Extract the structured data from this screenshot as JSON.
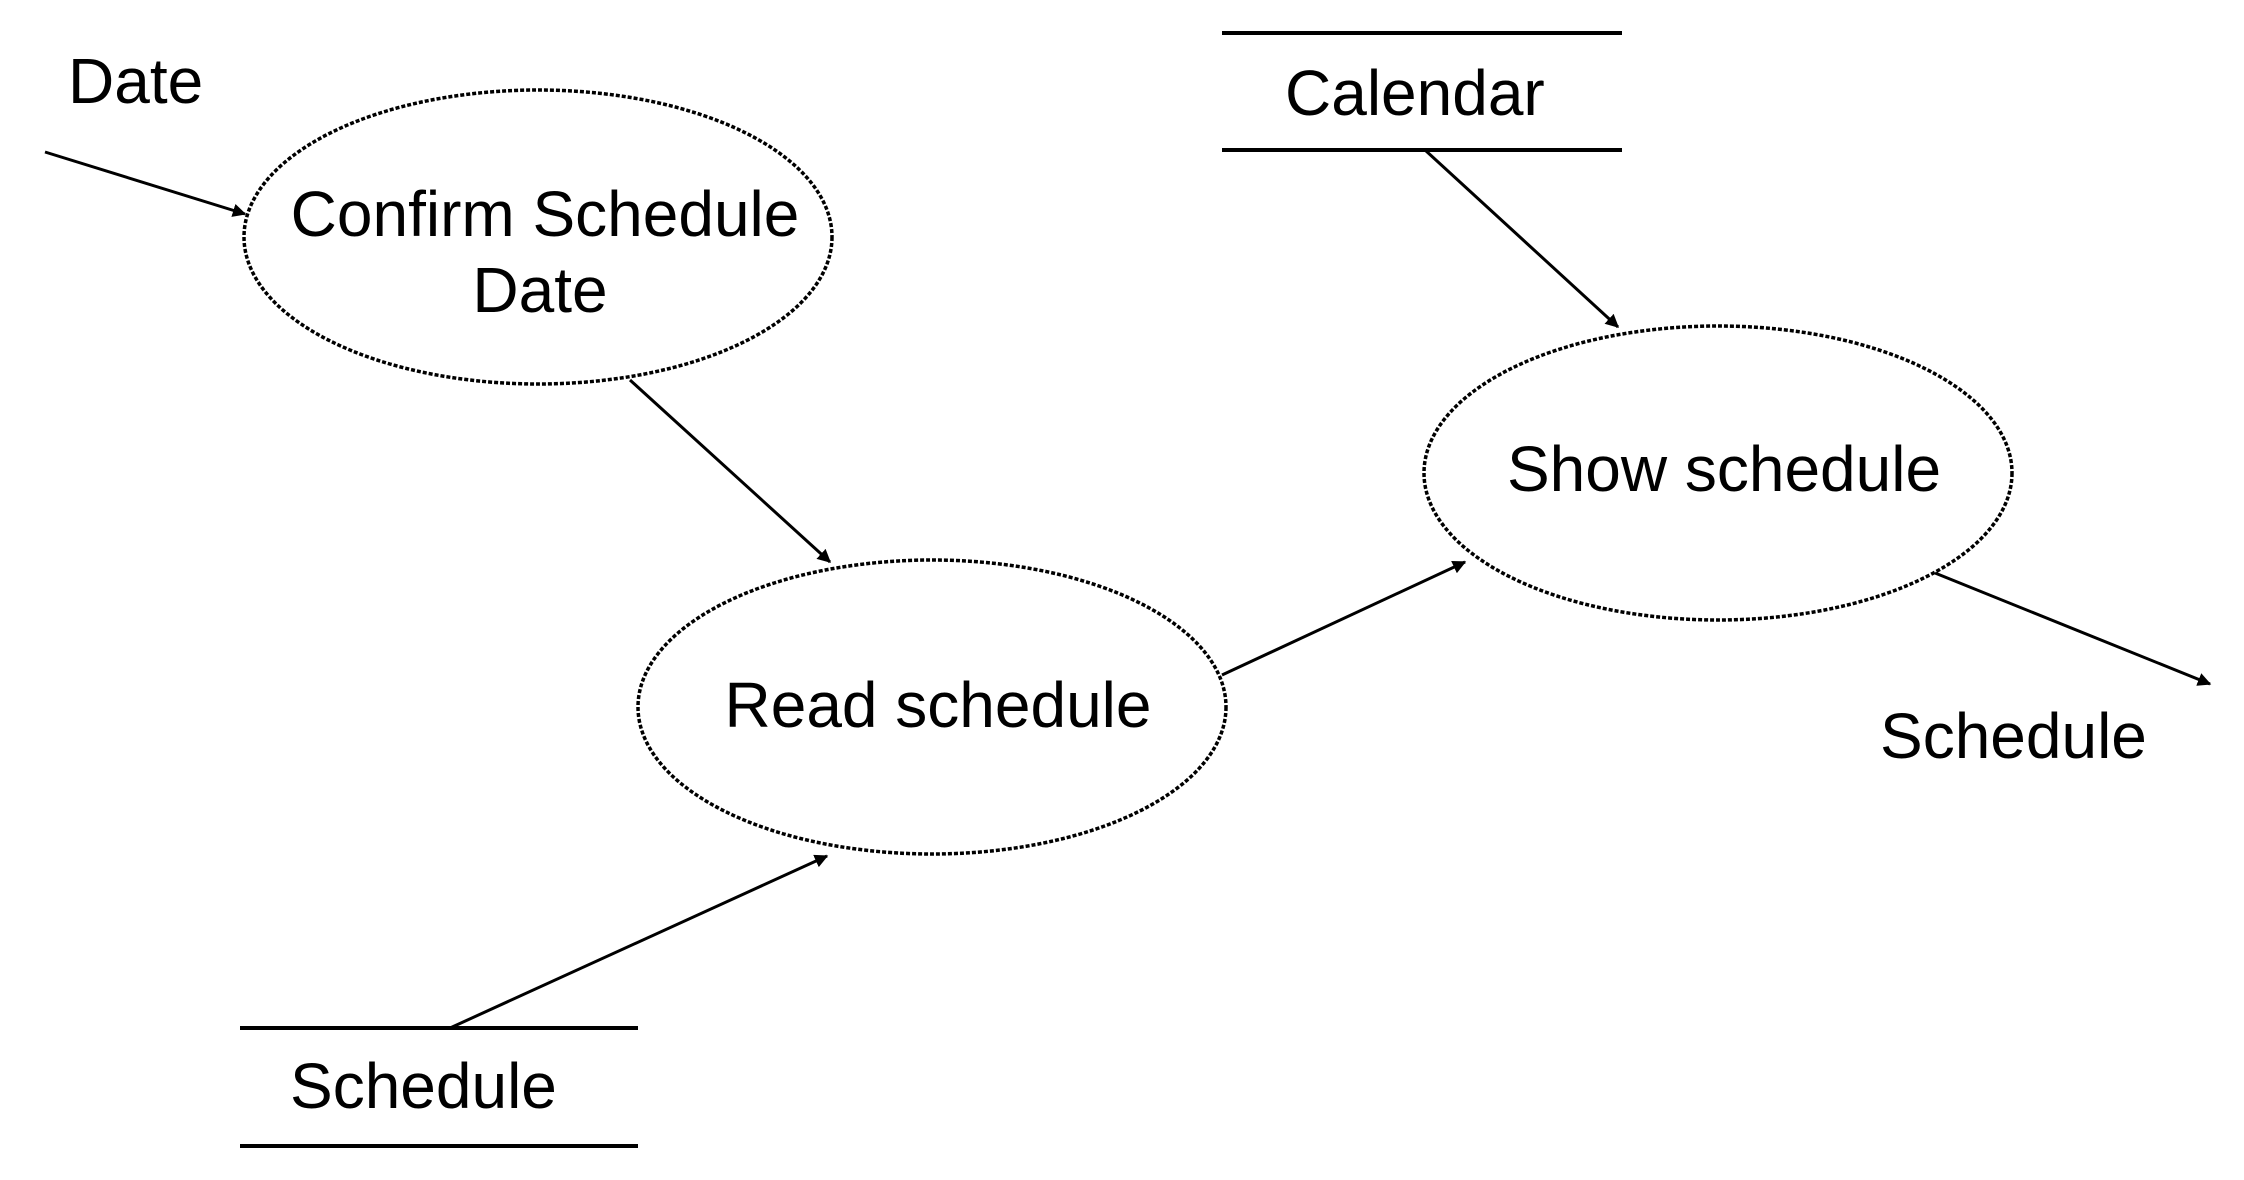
{
  "diagram": {
    "external_inputs": {
      "date": "Date"
    },
    "external_outputs": {
      "schedule": "Schedule"
    },
    "processes": {
      "confirm": {
        "line1": "Confirm Schedule",
        "line2": "Date"
      },
      "read": {
        "label": "Read schedule"
      },
      "show": {
        "label": "Show schedule"
      }
    },
    "data_stores": {
      "calendar": "Calendar",
      "schedule": "Schedule"
    },
    "colors": {
      "stroke": "#000000",
      "background": "#ffffff"
    }
  }
}
